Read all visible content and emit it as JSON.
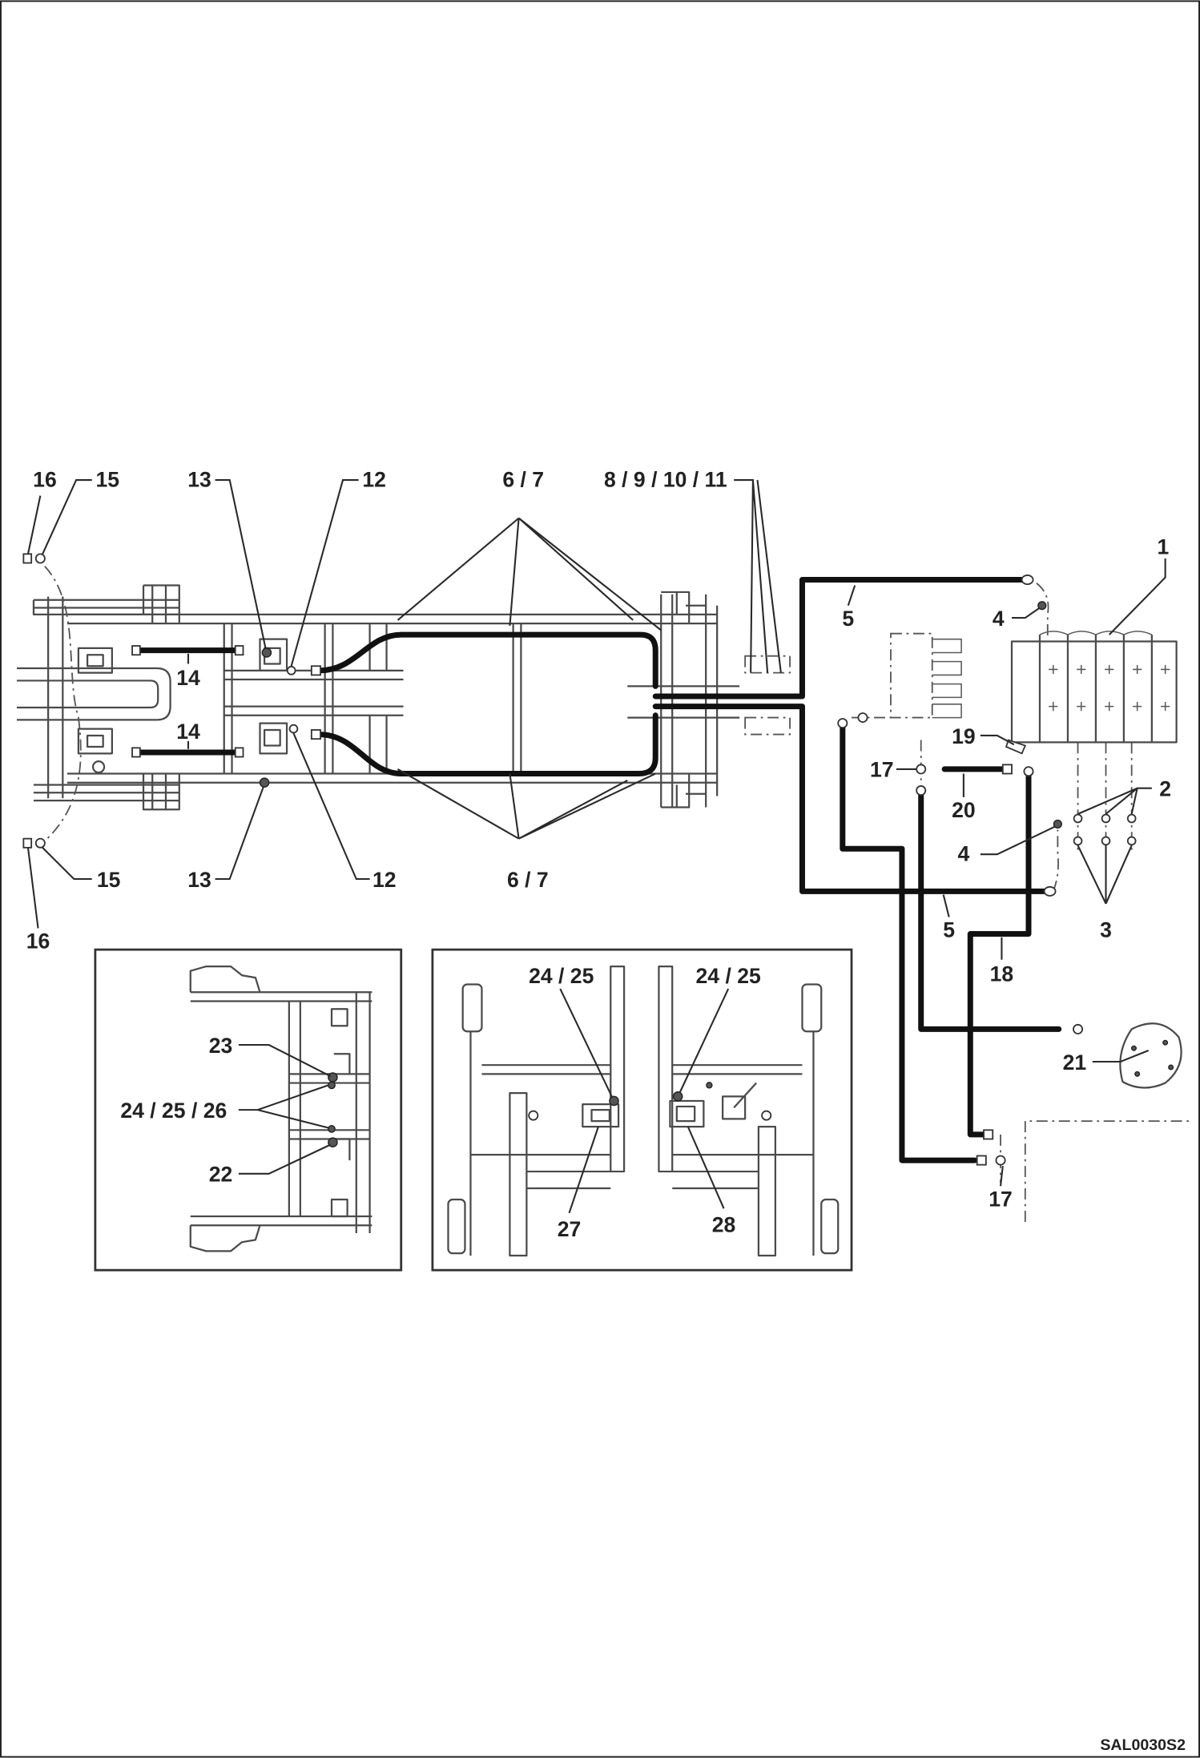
{
  "drawing_code": "SAL0030S2",
  "colors": {
    "hose": "#111111",
    "frame": "#4a4a4a",
    "background": "#ffffff"
  },
  "main_view": {
    "callouts": {
      "c16_top": "16",
      "c15_top": "15",
      "c13_top": "13",
      "c12_top": "12",
      "c6_7_top": "6 / 7",
      "c8_9_10_11": "8 / 9 / 10 / 11",
      "c1": "1",
      "c5_top": "5",
      "c4_top": "4",
      "c19": "19",
      "c17_top": "17",
      "c20": "20",
      "c2": "2",
      "c14_upper": "14",
      "c14_lower": "14",
      "c4_lower": "4",
      "c3": "3",
      "c5_lower": "5",
      "c18": "18",
      "c13_bottom": "13",
      "c12_bottom": "12",
      "c15_bottom": "15",
      "c6_7_bottom": "6 / 7",
      "c16_bottom": "16",
      "c21": "21",
      "c17_bottom": "17"
    }
  },
  "inset_left": {
    "callouts": {
      "c23": "23",
      "c24_25_26": "24 / 25 / 26",
      "c22": "22"
    }
  },
  "inset_right": {
    "callouts": {
      "c24_25_left": "24 / 25",
      "c24_25_right": "24 / 25",
      "c27": "27",
      "c28": "28"
    }
  }
}
